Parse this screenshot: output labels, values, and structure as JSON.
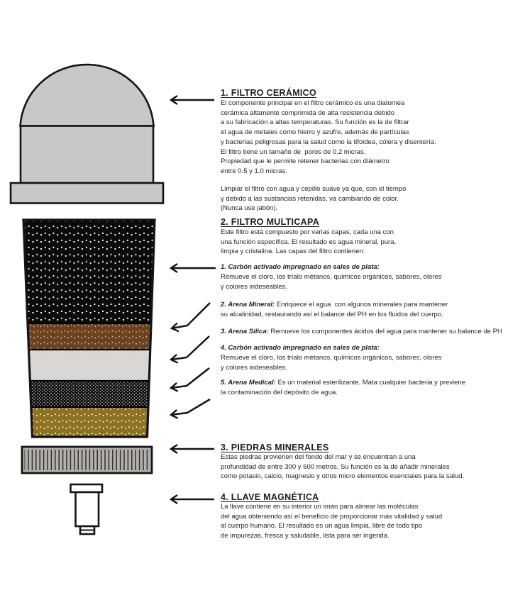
{
  "sections": {
    "ceramic": {
      "heading": "1. FILTRO CERÁMICO",
      "para1": "El componente principal en el filtro cerámico es una diatomea\ncerámica altamente comprimida de alta resistencia debido\na su fabricación a altas temperaturas. Su función es la de filtrar\nel agua de metales como hierro y azufre, además de partículas\ny bacterias peligrosas para la salud como la tifoidea, cólera y disentería.\nEl filtro tiene un tamaño de  poros de 0.2 micras.\nPropiedad que le permite retener bacterias con diámetro\nentre 0.5 y 1.0 micras.",
      "para2": "Limpiar el filtro con agua y cepillo suave ya que, con el tiempo\ny debido a las sustancias retenidas, va cambiando de color.\n(Nunca use jabón)."
    },
    "multicapa": {
      "heading": "2. FILTRO MULTICAPA",
      "intro": "Este filtro está compuesto por varias capas, cada una con\nuna función específica. El resultado es agua mineral, pura,\nlimpia y cristalina. Las capas del filtro contienen:",
      "items": [
        {
          "label": "1. Carbón activado impregnado en sales de plata:",
          "text": "Remueve el cloro, los tríalo métanos, químicos orgánicos, sabores, olores\ny colores indeseables."
        },
        {
          "label": "2. Arena Mineral:",
          "text": "Enriquece el agua  con algunos minerales para mantener\nsu alcalinidad, restaurando así el balance del PH en los fluidos del cuerpo."
        },
        {
          "label": "3. Arena Silica:",
          "text": "Remueve los componentes ácidos del agua para mantener su balance de PH"
        },
        {
          "label": "4. Carbón activado impregnado en sales de plata:",
          "text": "Remueve el cloro, los tríalo métanos, químicos orgánicos, sabores, olores\ny colores indeseables."
        },
        {
          "label": "5. Arena Medical:",
          "text": "Es un material esterilizante. Mata cualquier bacteria y previene\nla contaminación del depósito de agua."
        }
      ]
    },
    "piedras": {
      "heading": "3. PIEDRAS MINERALES",
      "body": "Estas piedras provienen del fondo del mar y se encuentran a una\nprofundidad de entre 300 y 600 metros. Su función es la de añadir minerales\ncomo potasio, calcio, magnesio y otros micro elementos esenciales para la salud."
    },
    "llave": {
      "heading": "4. LLAVE MAGNÉTICA",
      "body": "La llave contiene en su interior un imán para alinear las moléculas\ndel agua obteniendo así el beneficio de proporcionar más vitalidad y salud\nal cuerpo humano. El resultado es un agua limpia, libre de todo tipo\nde impurezas, fresca y saludable, lista para ser ingerida."
    }
  },
  "colors": {
    "white": "#ffffff",
    "outline": "#141414",
    "ceramic_gray": "#c9c8c6",
    "carbon_black": "#0b0b0b",
    "mineral_brown": "#6b4120",
    "mineral_brown_bg": "#d9c8a2",
    "silica_gray": "#dedddb",
    "silica_gray_dark": "#d2d1cf",
    "medical_black": "#0a0a0a",
    "gold_sand": "#8e7221",
    "stones_gray": "#b4b1ab",
    "stone_line": "#2f2e2c",
    "text": "#231f20"
  }
}
